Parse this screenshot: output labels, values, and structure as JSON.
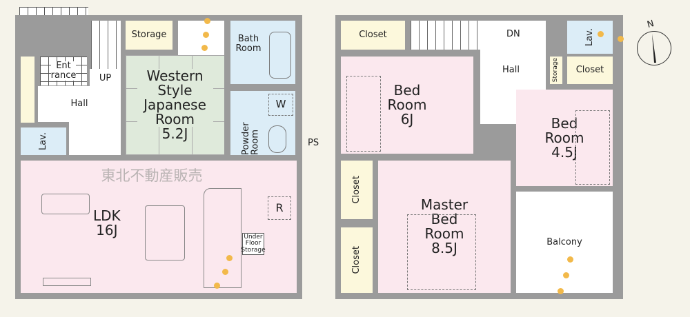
{
  "watermark": "東北不動産販売",
  "first_floor": {
    "entrance": "Ent\nrance",
    "up": "UP",
    "hall": "Hall",
    "lav": "Lav.",
    "storage": "Storage",
    "western_room": {
      "name": "Western Style Japanese Room",
      "size": "5.2J"
    },
    "bath": "Bath Room",
    "powder": "Powder Room",
    "washer": "W",
    "ps": "PS",
    "ldk": {
      "name": "LDK",
      "size": "16J"
    },
    "refrigerator": "R",
    "under_floor": "Under Floor Storage"
  },
  "second_floor": {
    "closet_top": "Closet",
    "dn": "DN",
    "hall": "Hall",
    "lav": "Lav.",
    "storage": "Storage",
    "closet_right": "Closet",
    "bed_6": {
      "name": "Bed Room",
      "size": "6J"
    },
    "bed_45": {
      "name": "Bed Room",
      "size": "4.5J"
    },
    "closet_left_1": "Closet",
    "closet_left_2": "Closet",
    "master": {
      "name": "Master Bed Room",
      "size": "8.5J"
    },
    "balcony": "Balcony"
  },
  "compass": "N"
}
